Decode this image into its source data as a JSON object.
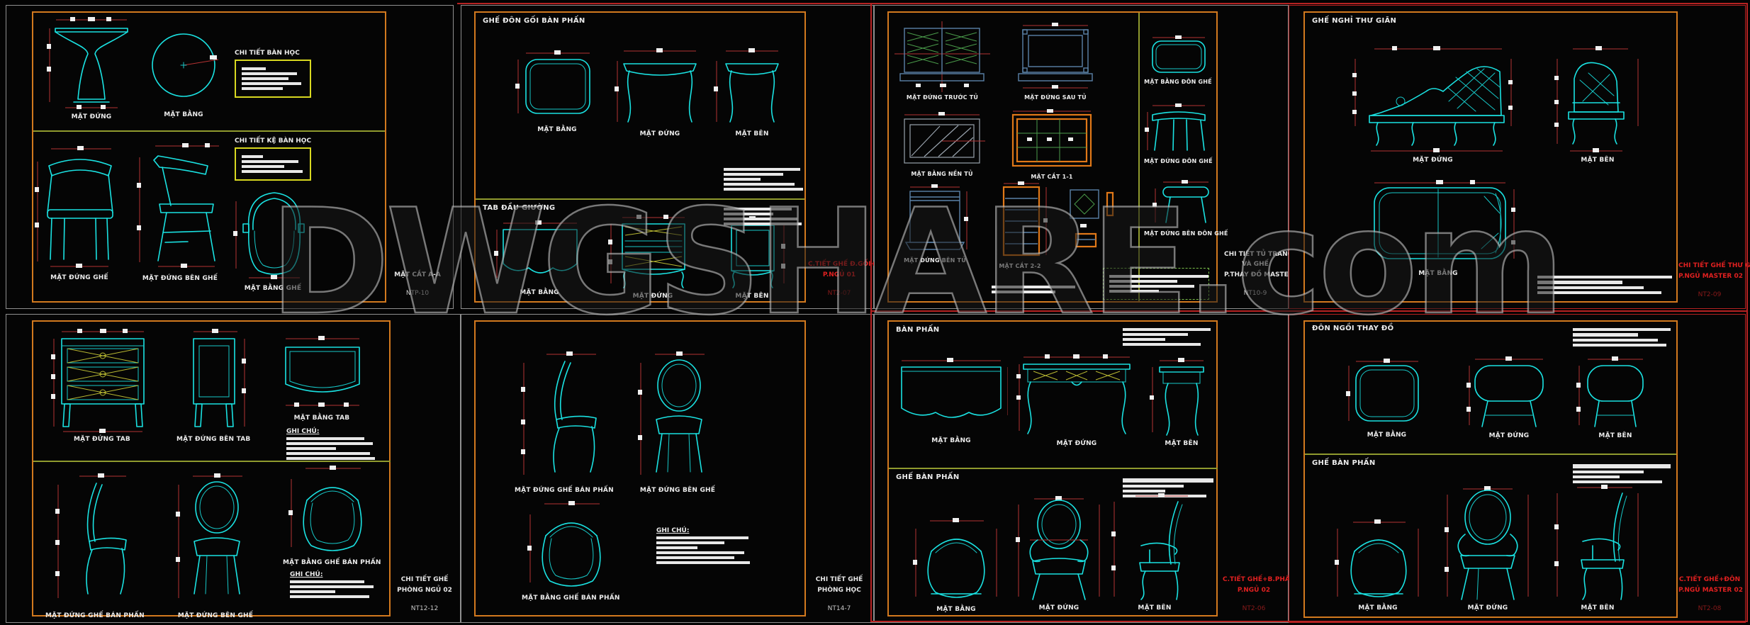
{
  "watermark": {
    "text": "DWGSHARE.com"
  },
  "colors": {
    "cyan_line": "#1ae2e2",
    "dim_red": "#b43232",
    "frame_orange": "#d2791e",
    "border_red": "#b62222",
    "note_yellow": "#d8d820",
    "steel_blue": "#5b82a8",
    "lattice_green": "#4a9a4a",
    "divider_olive": "#8f9a2e",
    "title_red": "#e02020"
  },
  "s1": {
    "t1": "MẶT CẮT A-A",
    "num": "NTP-10",
    "note1": "CHI TIẾT BÀN HỌC",
    "note2": "CHI TIẾT KỆ BÀN HỌC",
    "v1": "MẶT ĐỨNG",
    "v2": "MẶT BẰNG",
    "v3": "MẶT ĐỨNG GHẾ",
    "v4": "MẶT ĐỨNG BÊN GHẾ",
    "v5": "MẶT BẰNG GHẾ"
  },
  "s2": {
    "t1": "CHI TIẾT GHẾ",
    "t2": "PHÒNG NGỦ 02",
    "num": "NT12-12",
    "tab_front": "MẶT ĐỨNG TAB",
    "tab_side": "MẶT ĐỨNG BÊN TAB",
    "tab_plan": "MẶT BẰNG TAB",
    "chair_side": "MẶT ĐỨNG GHẾ BÁN PHẤN",
    "chair_front": "MẶT ĐỨNG BÊN GHẾ",
    "chair_plan": "MẶT BẰNG GHẾ BÁN PHẤN",
    "ghichu": "GHI CHÚ:"
  },
  "s3": {
    "t1": "C.TIẾT GHẾ Đ.GỐI+TAB",
    "t2": "P.NGỦ 01",
    "num": "NT2-07",
    "sec1": "GHẾ ĐÔN GỐI BÀN PHẤN",
    "sec2": "TAB ĐẦU GIƯỜNG",
    "plan": "MẶT BẰNG",
    "front": "MẶT ĐỨNG",
    "side": "MẶT BÊN"
  },
  "s4": {
    "t1": "CHI TIẾT GHẾ",
    "t2": "PHÒNG HỌC",
    "num": "NT14-7",
    "chair_side": "MẶT ĐỨNG GHẾ BÁN PHẤN",
    "chair_front": "MẶT ĐỨNG BÊN GHẾ",
    "chair_plan": "MẶT BẰNG GHẾ BÁN PHẤN",
    "ghichu": "GHI CHÚ:"
  },
  "s5": {
    "t1": "CHI TIẾT TỦ TRANG SỨC",
    "t2": "VÀ GHẾ",
    "t3": "P.THAY ĐỒ MASTER",
    "num": "NT10-9",
    "front": "MẶT ĐỨNG TRƯỚC TỦ",
    "back": "MẶT ĐỨNG SAU TỦ",
    "plan": "MẶT BẰNG NỀN TỦ",
    "cut1": "MẶT CẮT 1-1",
    "side": "MẶT ĐỨNG BÊN TỦ",
    "cut2": "MẶT CẮT 2-2",
    "don_plan": "MẶT BẰNG ĐÔN GHẾ",
    "don_front": "MẶT ĐỨNG ĐÔN GHẾ",
    "don_side": "MẶT ĐỨNG BÊN ĐÔN GHẾ"
  },
  "s6": {
    "t1": "C.TIẾT GHẾ+B.PHẤN",
    "t2": "P.NGỦ 02",
    "num": "NT2-06",
    "sec1": "BÀN PHẤN",
    "sec2": "GHẾ BÀN PHẤN",
    "plan": "MẶT BẰNG",
    "front": "MẶT ĐỨNG",
    "side": "MẶT BÊN"
  },
  "s7": {
    "t1": "CHI TIẾT GHẾ THƯ GIÃN",
    "t2": "P.NGỦ MASTER 02",
    "num": "NT2-09",
    "sec1": "GHẾ NGHỈ THƯ GIÃN",
    "front": "MẶT ĐỨNG",
    "side": "MẶT BÊN",
    "plan": "MẶT BẰNG"
  },
  "s8": {
    "t1": "C.TIẾT GHẾ+ĐÔN",
    "t2": "P.NGỦ MASTER 02",
    "num": "NT2-08",
    "sec1": "ĐÔN NGỒI THAY ĐỒ",
    "sec2": "GHẾ BÀN PHẤN",
    "plan": "MẶT BẰNG",
    "front": "MẶT ĐỨNG",
    "side": "MẶT BÊN"
  }
}
